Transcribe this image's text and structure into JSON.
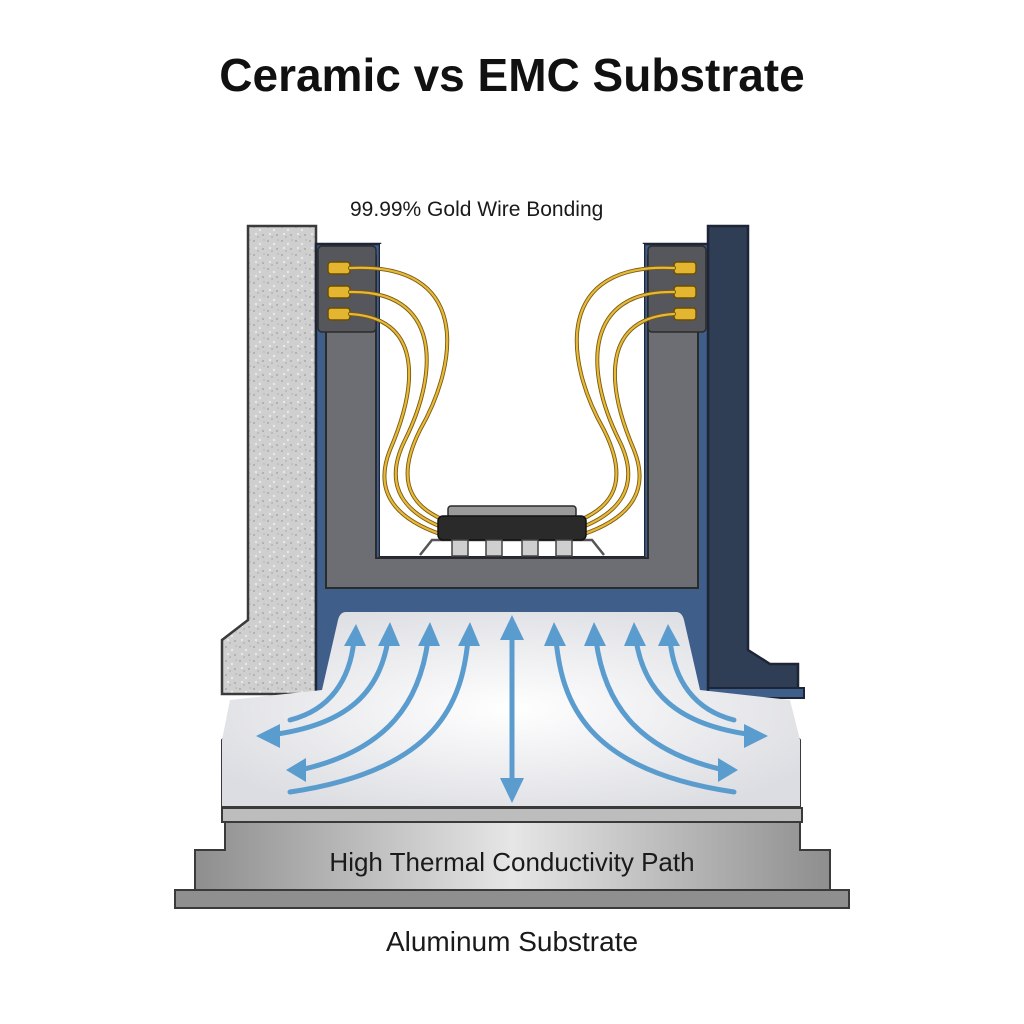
{
  "title": "Ceramic vs EMC Substrate",
  "labels": {
    "wire_bonding": "99.99% Gold Wire Bonding",
    "thermal_path": "High Thermal Conductivity Path",
    "substrate": "Aluminum Substrate"
  },
  "colors": {
    "ceramic": "#c9c9c9",
    "emc_dark": "#2f3d55",
    "frame_blue": "#3f5f8a",
    "frame_gray": "#6e6e72",
    "gold_wire": "#d9a520",
    "heat_arrow": "#5b9ccf",
    "aluminum": "#a9a9a9"
  },
  "icons": {
    "heat_arrows": "bidirectional-arrow-icon",
    "chip": "chip-icon"
  }
}
